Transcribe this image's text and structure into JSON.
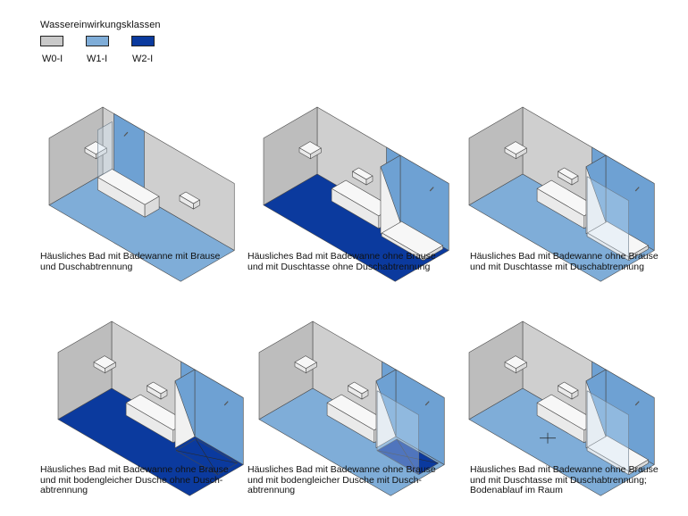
{
  "legend": {
    "title": "Wassereinwirkungsklassen",
    "items": [
      {
        "label": "W0-I",
        "color": "#c9c9c9"
      },
      {
        "label": "W1-I",
        "color": "#7fadd8"
      },
      {
        "label": "W2-I",
        "color": "#0b3a9e"
      }
    ]
  },
  "colors": {
    "wall_grey": "#cfcfcf",
    "wall_grey_side": "#bdbdbd",
    "w1": "#7fadd8",
    "w1_wall": "#6ea1d3",
    "w2": "#0b3a9e",
    "fixture": "#f7f7f7",
    "outline": "#4a4a4a"
  },
  "scenes": [
    {
      "caption": "Häusliches Bad mit Badewanne mit Brause\nund Duschabtrennung",
      "floor_class": "W1-I",
      "wall_zone": "tub",
      "shower": "none",
      "tray_class": "",
      "drain": false
    },
    {
      "caption": "Häusliches Bad mit Badewanne ohne Brause\nund mit Duschtasse ohne Duschabtrennung",
      "floor_class": "W2-I",
      "wall_zone": "shower",
      "shower": "tray",
      "tray_class": "",
      "drain": false
    },
    {
      "caption": "Häusliches Bad mit Badewanne ohne Brause\nund mit Duschtasse mit Duschabtrennung",
      "floor_class": "W1-I",
      "wall_zone": "shower",
      "shower": "tray-glass",
      "tray_class": "",
      "drain": false
    },
    {
      "caption": "Häusliches Bad mit Badewanne ohne Brause\nund mit bodengleicher Dusche ohne Dusch-\nabtrennung",
      "floor_class": "W2-I",
      "wall_zone": "shower",
      "shower": "level",
      "tray_class": "W2-I",
      "drain": false
    },
    {
      "caption": "Häusliches Bad mit Badewanne ohne Brause\nund mit bodengleicher Dusche mit Dusch-\nabtrennung",
      "floor_class": "W1-I",
      "wall_zone": "shower",
      "shower": "level-glass",
      "tray_class": "W2-I",
      "drain": false
    },
    {
      "caption": "Häusliches Bad mit Badewanne ohne Brause\nund mit Duschtasse mit Duschabtrennung;\nBodenablauf im Raum",
      "floor_class": "W1-I",
      "wall_zone": "shower",
      "shower": "tray-glass",
      "tray_class": "",
      "drain": true
    }
  ]
}
